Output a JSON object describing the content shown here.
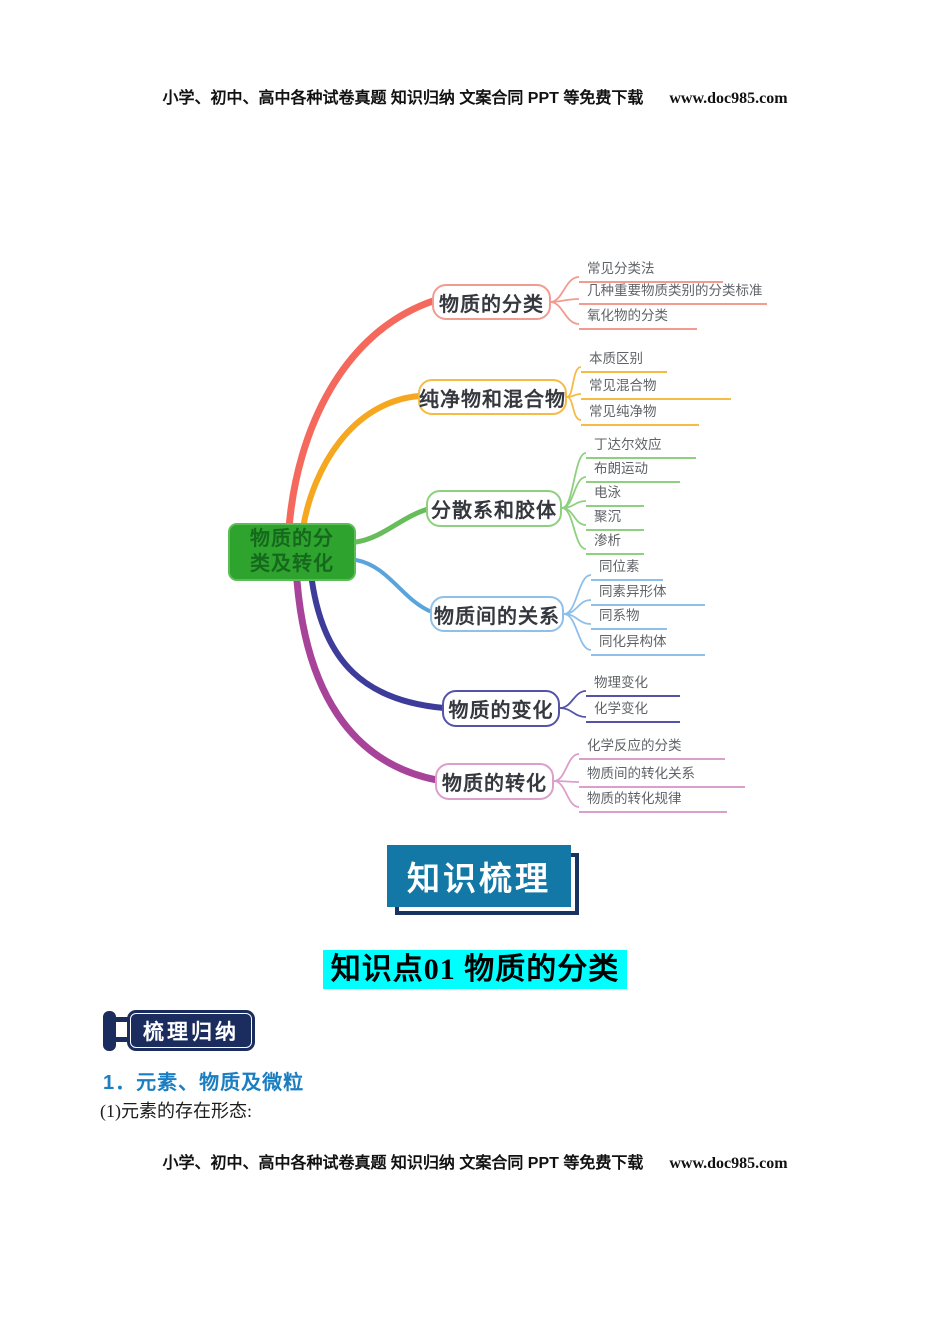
{
  "header": {
    "text": "小学、初中、高中各种试卷真题 知识归纳 文案合同 PPT 等免费下载",
    "url": "www.doc985.com"
  },
  "footer": {
    "text": "小学、初中、高中各种试卷真题 知识归纳 文案合同 PPT 等免费下载",
    "url": "www.doc985.com"
  },
  "mindmap": {
    "root": {
      "label": "物质的分类及转化",
      "lines": [
        "物质的分",
        "类及转化"
      ],
      "bg": "#2ea32e",
      "text_color": "#16691c"
    },
    "branches": [
      {
        "label": "物质的分类",
        "curve": "#f4695c",
        "box": "#f29b90",
        "children": [
          "常见分类法",
          "几种重要物质类别的分类标准",
          "氧化物的分类"
        ]
      },
      {
        "label": "纯净物和混合物",
        "curve": "#f5a81f",
        "box": "#f5bb45",
        "children": [
          "本质区别",
          "常见混合物",
          "常见纯净物"
        ]
      },
      {
        "label": "分散系和胶体",
        "curve": "#66bd5a",
        "box": "#8ed07f",
        "children": [
          "丁达尔效应",
          "布朗运动",
          "电泳",
          "聚沉",
          "渗析"
        ]
      },
      {
        "label": "物质间的关系",
        "curve": "#58a4db",
        "box": "#8fc0ea",
        "children": [
          "同位素",
          "同素异形体",
          "同系物",
          "同化异构体"
        ]
      },
      {
        "label": "物质的变化",
        "curve": "#3d3c9b",
        "box": "#5553a8",
        "children": [
          "物理变化",
          "化学变化"
        ]
      },
      {
        "label": "物质的转化",
        "curve": "#a8439a",
        "box": "#dc9fcb",
        "children": [
          "化学反应的分类",
          "物质间的转化关系",
          "物质的转化规律"
        ]
      }
    ]
  },
  "sections": {
    "banner": {
      "label": "知识梳理",
      "bg": "#1478a6",
      "shadow": "#17335f"
    },
    "heading": {
      "text": "知识点01 物质的分类",
      "highlight": "#00ffff"
    },
    "badge": {
      "label": "梳理归纳",
      "bg": "#1b2d5e"
    },
    "subheading": {
      "text": "1．元素、物质及微粒",
      "color": "#1b7ec1"
    },
    "paragraph": {
      "text": "(1)元素的存在形态:"
    }
  }
}
